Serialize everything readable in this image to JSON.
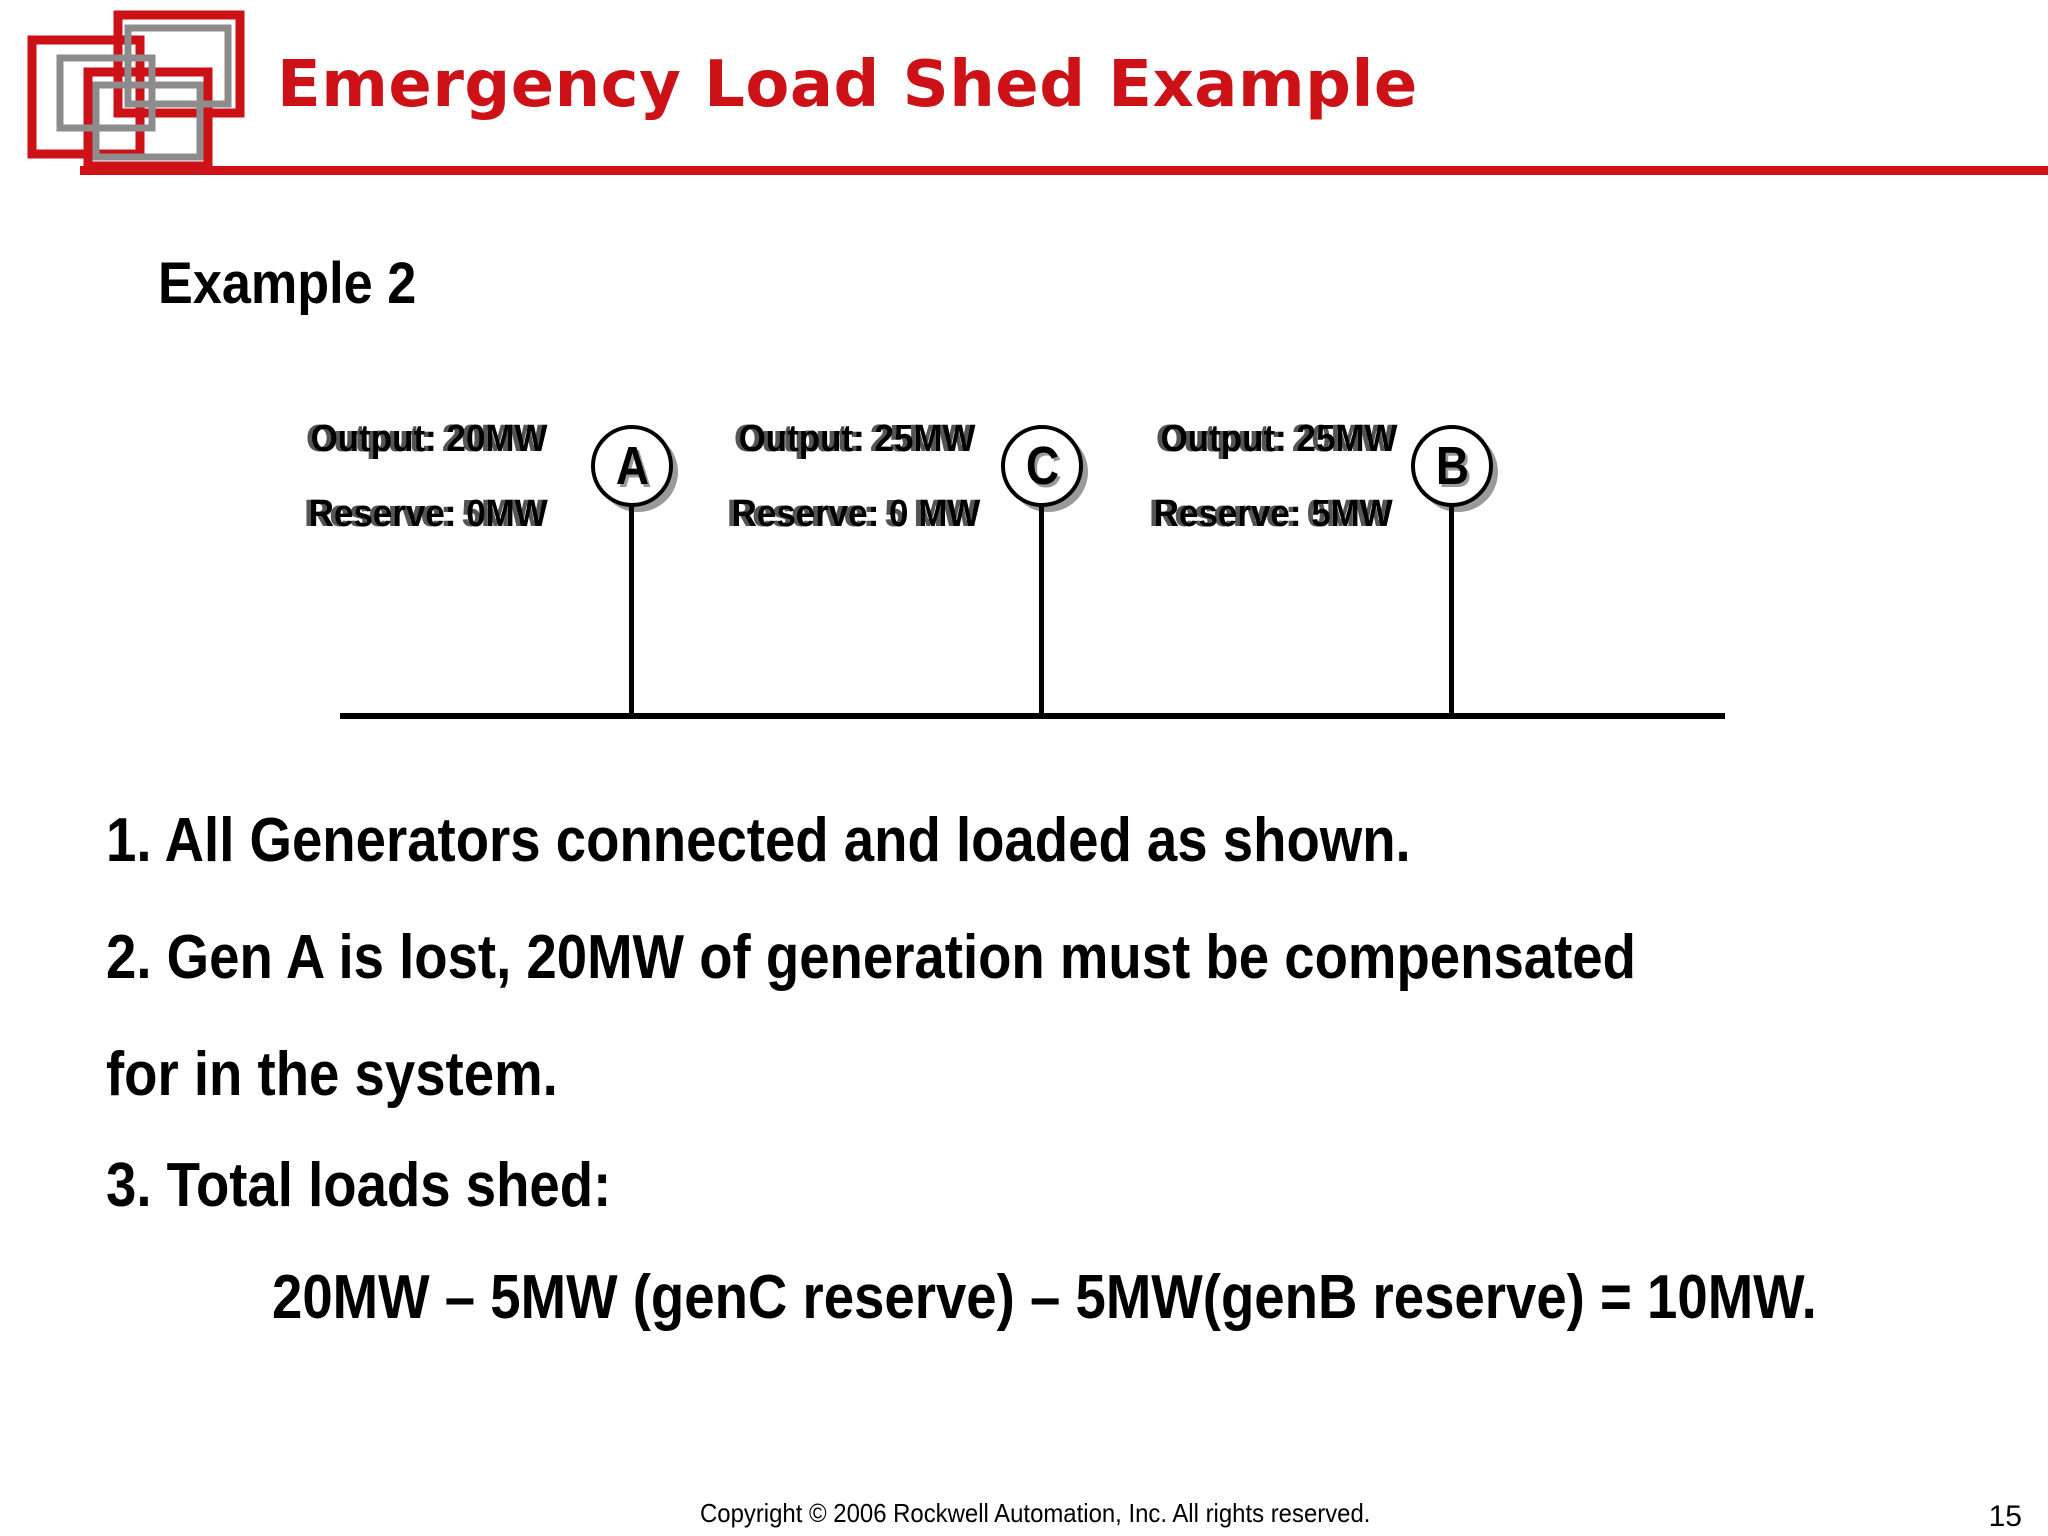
{
  "header": {
    "title": "Emergency Load Shed Example",
    "accent_color": "#cc1117",
    "logo_icon": "overlapping-squares-logo-icon"
  },
  "subtitle": "Example 2",
  "diagram": {
    "generators": [
      {
        "id": "A",
        "output_label": "Output: 20MW",
        "reserve_label": "Reserve: 0MW",
        "ghost_output_label": "Output: 20MW",
        "ghost_reserve_label": "Reserve: 5MW"
      },
      {
        "id": "C",
        "output_label": "Output: 25MW",
        "reserve_label": "Reserve: 0 MW",
        "ghost_output_label": "Output: 25MW",
        "ghost_reserve_label": "Reserve: 5 MW"
      },
      {
        "id": "B",
        "output_label": "Output: 25MW",
        "reserve_label": "Reserve: 5MW",
        "ghost_output_label": "Output: 20MW",
        "ghost_reserve_label": "Reserve: 0MW"
      }
    ]
  },
  "steps": [
    "1. All Generators connected and loaded as shown.",
    "2. Gen A is lost, 20MW of generation must be compensated",
    "for in the system.",
    "3. Total loads shed:"
  ],
  "equation": "20MW – 5MW (genC reserve) – 5MW(genB reserve) = 10MW.",
  "footer": {
    "copyright": "Copyright © 2006 Rockwell Automation, Inc. All rights reserved.",
    "page_number": "15"
  }
}
